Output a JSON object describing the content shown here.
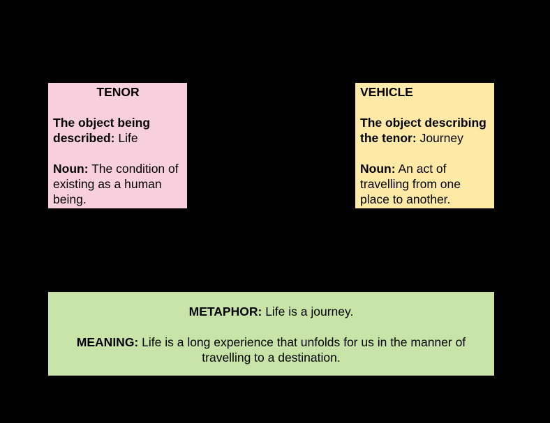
{
  "canvas": {
    "background": "#000000",
    "text_color": "#000000"
  },
  "tenor_box": {
    "bg": "#f8cfdc",
    "title": "TENOR",
    "described_label": "The object being described:",
    "described_value": "Life",
    "noun_label": "Noun:",
    "noun_value": "The condition of existing as a human being."
  },
  "vehicle_box": {
    "bg": "#ffe9a6",
    "title": "VEHICLE",
    "described_label": "The object describing the tenor:",
    "described_value": "Journey",
    "noun_label": "Noun:",
    "noun_value": "An act of travelling from one place to another."
  },
  "metaphor_box": {
    "bg": "#c8e4a8",
    "metaphor_label": "METAPHOR:",
    "metaphor_value": "Life is a journey.",
    "meaning_label": "MEANING:",
    "meaning_value": "Life is a long experience that unfolds for us in the manner of travelling to a destination."
  }
}
